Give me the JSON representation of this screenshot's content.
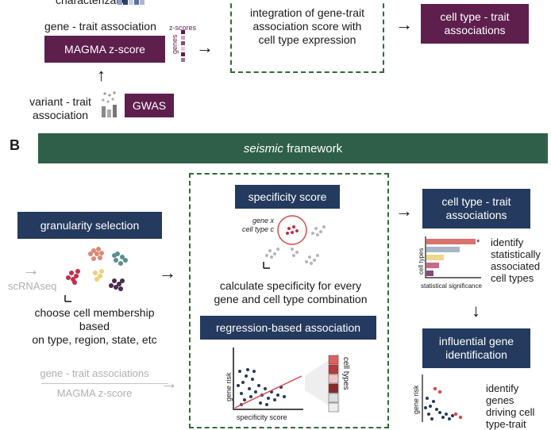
{
  "panel_a": {
    "top_text_cut": "characterization",
    "gene_trait_label": "gene - trait association",
    "magma_box": "MAGMA z-score",
    "zscores_label": "z-scores",
    "genes_label": "genes",
    "variant_trait_label_1": "variant - trait",
    "variant_trait_label_2": "association",
    "gwas_box": "GWAS",
    "integration_text_1": "integration of gene-trait",
    "integration_text_2": "association score with",
    "integration_text_3": "cell type expression",
    "celltype_trait_box_1": "cell type - trait",
    "celltype_trait_box_2": "associations"
  },
  "panel_b": {
    "letter": "B",
    "framework_italic": "seismic",
    "framework_rest": " framework",
    "granularity_box": "granularity selection",
    "scrnaseq_label": "scRNAseq",
    "choose_text_1": "choose cell membership based",
    "choose_text_2": "on type, region, state, etc",
    "specificity_box": "specificity score",
    "gene_x_label": "gene x",
    "cell_type_c_label": "cell type c",
    "calc_text_1": "calculate specificity for every",
    "calc_text_2": "gene and cell type combination",
    "regression_box": "regression-based association",
    "gene_risk_label": "gene risk",
    "specificity_score_label": "specificity score",
    "cell_types_label": "cell types",
    "gene_trait_assoc_gray": "gene - trait associations",
    "magma_gray": "MAGMA z-score",
    "celltype_trait_box_1": "cell type - trait",
    "celltype_trait_box_2": "associations",
    "identify_text": [
      "identify",
      "statistically",
      "associated",
      "cell types"
    ],
    "cell_types_axis": "cell types",
    "stat_sig_axis": "statistical significance",
    "star": "*",
    "influential_box_1": "influential gene",
    "influential_box_2": "identification",
    "gene_risk_label_2": "gene risk",
    "identify_genes_text": [
      "identify",
      "genes",
      "driving cell",
      "type-trait"
    ]
  },
  "colors": {
    "purple": "#5e1f4d",
    "navy": "#243a5e",
    "green_band": "#2f5f48",
    "dash_green": "#2f6b3a",
    "salmon": "#d9736b",
    "pink_red": "#c0304a"
  }
}
